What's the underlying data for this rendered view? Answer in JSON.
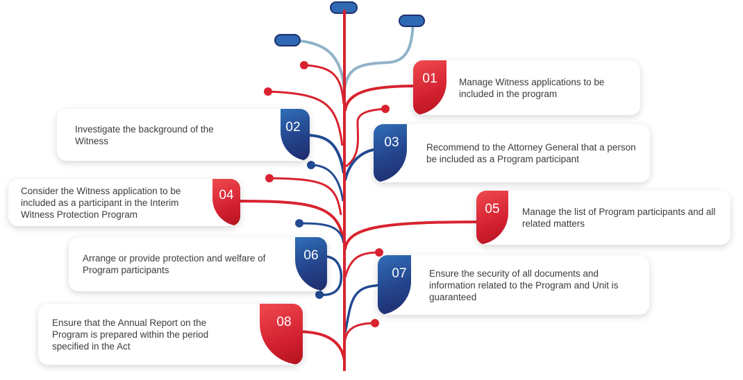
{
  "colors": {
    "red": "#d8232f",
    "blue": "#234a92",
    "light_blue": "#8fb3c8",
    "trunk": "#d8232f"
  },
  "steps": [
    {
      "num": "01",
      "text": "Manage Witness applications to be included in the program",
      "side": "right",
      "tab_color": "red"
    },
    {
      "num": "02",
      "text": "Investigate the background of the Witness",
      "side": "left",
      "tab_color": "blue"
    },
    {
      "num": "03",
      "text": "Recommend to the Attorney General that a person be included as a Program participant",
      "side": "right",
      "tab_color": "blue"
    },
    {
      "num": "04",
      "text": "Consider the Witness application to be included as a participant in the Interim Witness Protection Program",
      "side": "left",
      "tab_color": "red"
    },
    {
      "num": "05",
      "text": "Manage the list of Program participants and all related matters",
      "side": "right",
      "tab_color": "red"
    },
    {
      "num": "06",
      "text": "Arrange or provide protection and welfare of Program participants",
      "side": "left",
      "tab_color": "blue"
    },
    {
      "num": "07",
      "text": "Ensure the security of all documents and information related to the Program and Unit is guaranteed",
      "side": "right",
      "tab_color": "blue"
    },
    {
      "num": "08",
      "text": "Ensure that the Annual Report on the Program is prepared within the period specified in the Act",
      "side": "left",
      "tab_color": "red"
    }
  ]
}
